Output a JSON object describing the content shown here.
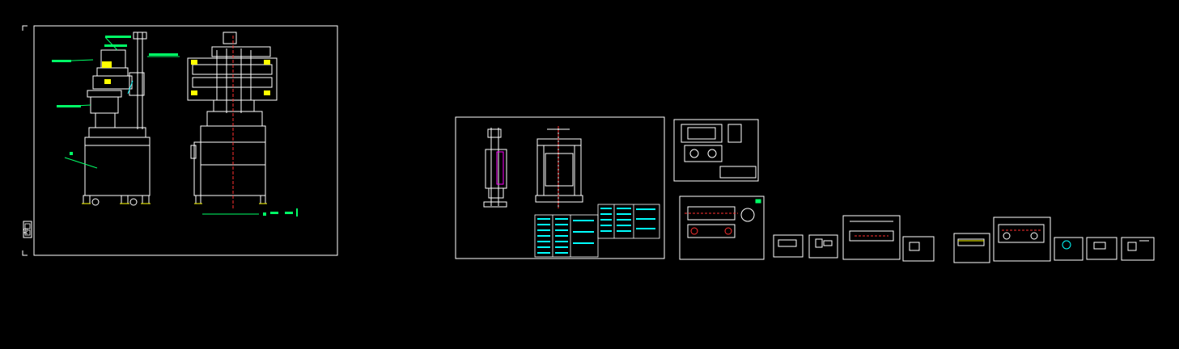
{
  "view": {
    "background": "#000000",
    "label_color": "#00ff66",
    "accent_color": "#00ffff",
    "red_color": "#ff3030",
    "magenta_color": "#ff00ff",
    "yellow_color": "#ffff00"
  },
  "sheets": [
    {
      "name": "sheet-main-assembly",
      "labels": [
        "A3"
      ]
    },
    {
      "name": "sheet-frame-assembly",
      "labels": []
    },
    {
      "name": "sheet-part-1",
      "labels": []
    },
    {
      "name": "sheet-part-2",
      "labels": []
    },
    {
      "name": "sheet-part-3",
      "labels": []
    },
    {
      "name": "sheet-part-4",
      "labels": []
    },
    {
      "name": "sheet-part-5",
      "labels": []
    },
    {
      "name": "sheet-part-6",
      "labels": []
    },
    {
      "name": "sheet-part-7",
      "labels": []
    },
    {
      "name": "sheet-part-8",
      "labels": []
    },
    {
      "name": "sheet-part-9",
      "labels": []
    },
    {
      "name": "sheet-part-10",
      "labels": []
    },
    {
      "name": "sheet-part-11",
      "labels": []
    },
    {
      "name": "sheet-part-12",
      "labels": []
    }
  ]
}
